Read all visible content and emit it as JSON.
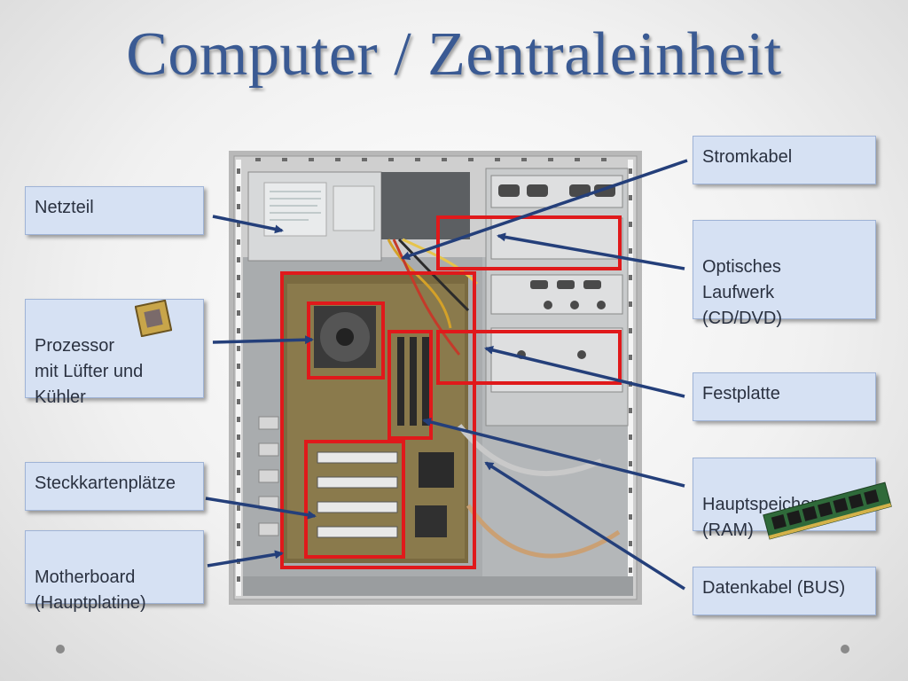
{
  "title": "Computer / Zentraleinheit",
  "labels": {
    "netzteil": "Netzteil",
    "prozessor": "Prozessor\nmit Lüfter und\nKühler",
    "steckkarten": "Steckkartenplätze",
    "motherboard": "Motherboard\n(Hauptplatine)",
    "stromkabel": "Stromkabel",
    "optisch": "Optisches\nLaufwerk\n(CD/DVD)",
    "festplatte": "Festplatte",
    "hauptspeicher": "Hauptspeicher\n(RAM)",
    "datenkabel": "Datenkabel (BUS)"
  },
  "colors": {
    "arrow": "#243f7a",
    "highlight": "#e0191b",
    "label_bg": "#d6e1f3",
    "title": "#3a5a93"
  },
  "icons": [
    "cpu-chip-icon",
    "ram-module-icon",
    "nav-dot-icon"
  ]
}
